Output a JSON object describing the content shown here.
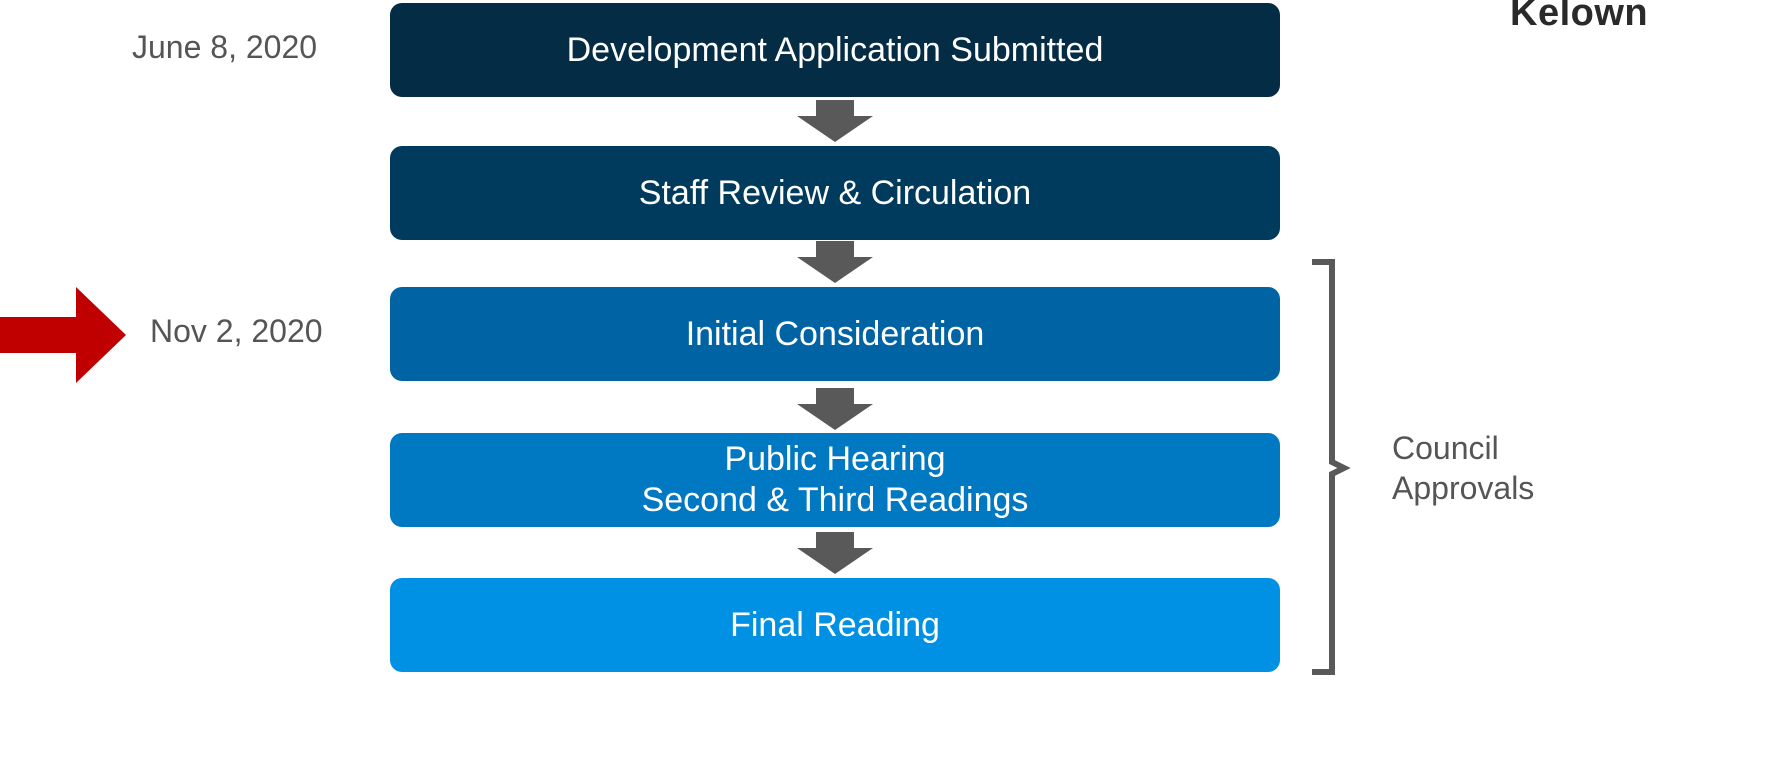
{
  "brand": {
    "text": "Kelown"
  },
  "steps": [
    {
      "label": "Development Application Submitted"
    },
    {
      "label": "Staff Review & Circulation"
    },
    {
      "label": "Initial Consideration"
    },
    {
      "label_line1": "Public Hearing",
      "label_line2": "Second & Third Readings"
    },
    {
      "label": "Final Reading"
    }
  ],
  "dates": {
    "submitted": "June 8, 2020",
    "initial_consideration": "Nov 2, 2020"
  },
  "council": {
    "line1": "Council",
    "line2": "Approvals"
  },
  "colors": {
    "step1": "#052c45",
    "step2": "#003b5e",
    "step3": "#0063a3",
    "step4": "#0078c2",
    "step5": "#0090e4",
    "flow_arrow": "#595959",
    "current_marker": "#c00000",
    "bracket": "#595959"
  },
  "icons": {
    "flow_arrow": "down-arrow-icon",
    "current_marker": "right-arrow-icon"
  }
}
